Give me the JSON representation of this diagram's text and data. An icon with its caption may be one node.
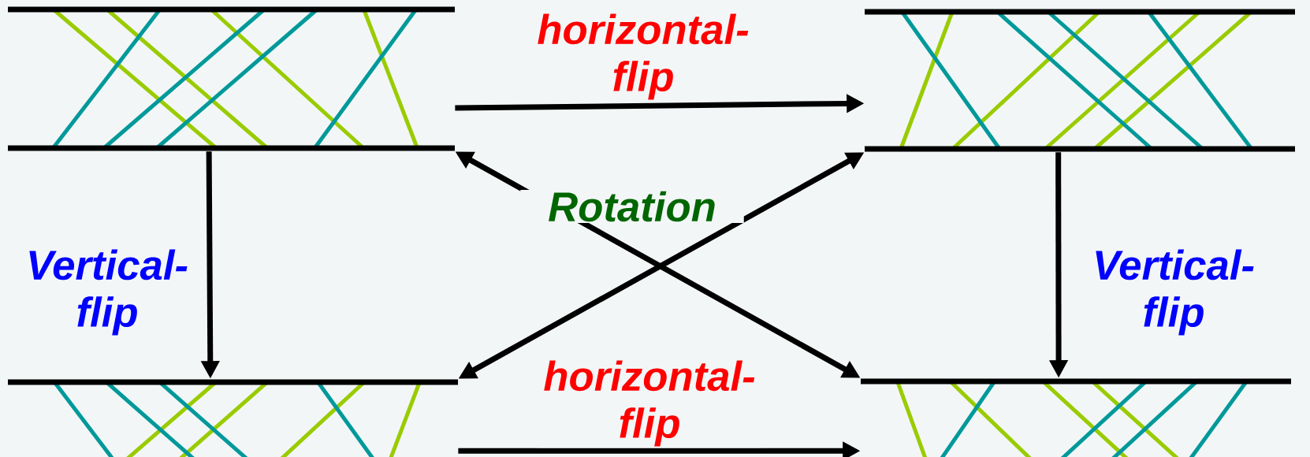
{
  "diagram": {
    "nodes": [
      {
        "text": [],
        "shape": "picture"
      },
      {
        "text": [],
        "shape": "picture"
      },
      {
        "text": [],
        "shape": "picture"
      },
      {
        "text": [],
        "shape": "picture"
      }
    ],
    "edges": [
      {
        "from": 0,
        "to": 1,
        "arrow": "to",
        "label": "horizontal-flip"
      },
      {
        "from": 0,
        "to": 2,
        "arrow": "to",
        "label": "Vertical-flip"
      },
      {
        "from": 1,
        "to": 3,
        "arrow": "to",
        "label": "Vertical-flip"
      },
      {
        "from": 2,
        "to": 3,
        "arrow": "to",
        "label": "horizontal-flip"
      },
      {
        "from": 0,
        "to": 3,
        "arrow": "both",
        "label": "Rotation"
      },
      {
        "from": 1,
        "to": 2,
        "arrow": "both"
      }
    ]
  }
}
